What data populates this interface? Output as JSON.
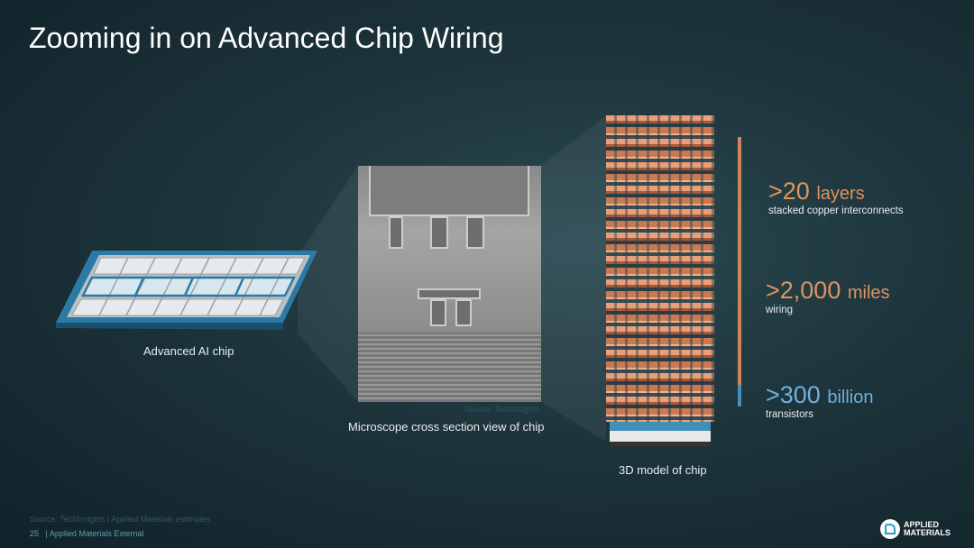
{
  "title": "Zooming in on Advanced Chip Wiring",
  "labels": {
    "chip": "Advanced AI chip",
    "microscope": "Microscope cross section view of chip",
    "model": "3D model of chip",
    "image_source": "Source: TechInsights"
  },
  "stats": [
    {
      "value": ">20",
      "unit": "layers",
      "desc": "stacked copper interconnects",
      "color": "#e0935f"
    },
    {
      "value": ">2,000",
      "unit": "miles",
      "desc": "wiring",
      "color": "#e0935f"
    },
    {
      "value": ">300",
      "unit": "billion",
      "desc": "transistors",
      "color": "#6fb0dc"
    }
  ],
  "footer": {
    "source": "Source: TechInsights | Applied Materials estimates",
    "page": "25",
    "classification": "| Applied Materials External",
    "logo_text": "APPLIED MATERIALS"
  }
}
